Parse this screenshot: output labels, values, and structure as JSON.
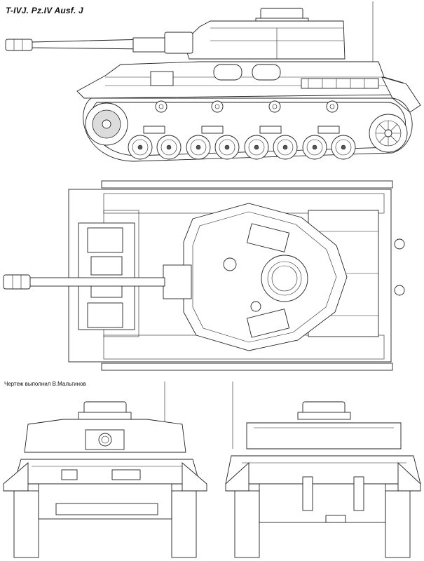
{
  "drawing": {
    "title": "T-IVJ. Pz.IV Ausf. J",
    "credit": "Чертеж выполнил В.Мальгинов"
  },
  "views": {
    "side": {
      "road_wheels": 8,
      "return_rollers": 4
    },
    "top": {
      "hatches": 2
    },
    "front": {
      "road_wheels": 0
    },
    "rear": {
      "road_wheels": 0
    }
  },
  "colors": {
    "line": "#222222",
    "mesh": "#b5b5b5",
    "paper": "#ffffff"
  }
}
